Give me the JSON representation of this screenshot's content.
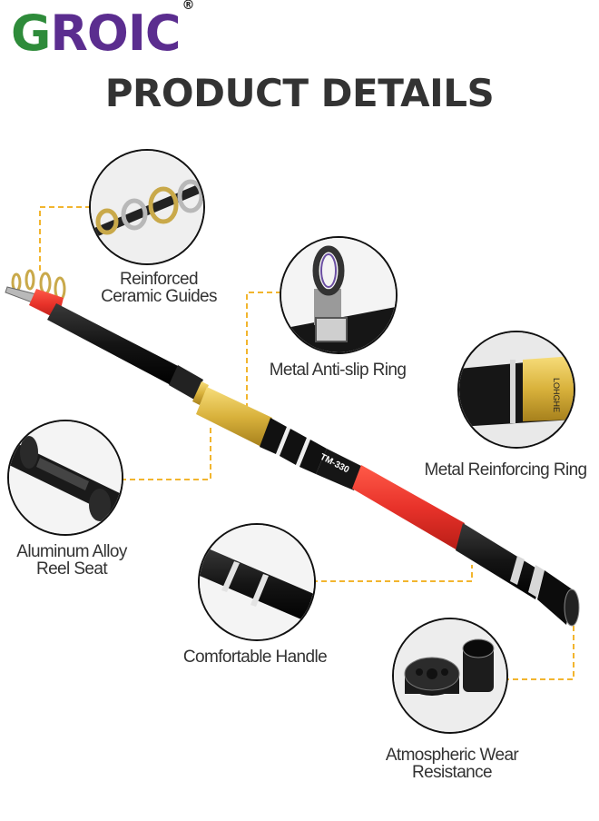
{
  "brand": {
    "first_letter": "G",
    "rest": "ROIC",
    "registered": "®"
  },
  "title": "PRODUCT DETAILS",
  "features": [
    {
      "id": "guides",
      "label_line1": "Reinforced",
      "label_line2": "Ceramic Guides"
    },
    {
      "id": "antislip",
      "label_line1": "Metal Anti-slip Ring",
      "label_line2": ""
    },
    {
      "id": "reinforcing",
      "label_line1": "Metal Reinforcing Ring",
      "label_line2": ""
    },
    {
      "id": "reelseat",
      "label_line1": "Aluminum Alloy",
      "label_line2": "Reel Seat"
    },
    {
      "id": "handle",
      "label_line1": "Comfortable Handle",
      "label_line2": ""
    },
    {
      "id": "wear",
      "label_line1": "Atmospheric Wear",
      "label_line2": "Resistance"
    }
  ],
  "rod_text": {
    "blank_print": "TM-330",
    "ring_print": "LOHGHE"
  },
  "colors": {
    "brand_green": "#2e8b3a",
    "brand_purple": "#5b2d8f",
    "rod_red": "#e8322a",
    "rod_black": "#141414",
    "rod_gold": "#d9b23c",
    "leader_line": "#f2b52e"
  }
}
